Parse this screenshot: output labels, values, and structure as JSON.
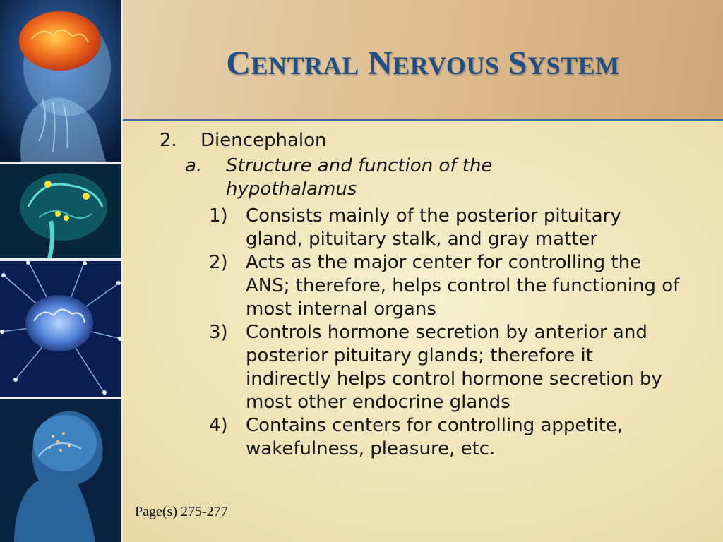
{
  "slide": {
    "title_words": [
      {
        "cap": "C",
        "rest": "ENTRAL"
      },
      {
        "cap": "N",
        "rest": "ERVOUS"
      },
      {
        "cap": "S",
        "rest": "YSTEM"
      }
    ],
    "outline": {
      "number": "2.",
      "heading": "Diencephalon",
      "sub": {
        "letter": "a.",
        "label": "Structure and function of the hypothalamus",
        "items": [
          {
            "num": "1)",
            "text": "Consists mainly of the posterior pituitary gland, pituitary stalk, and gray matter"
          },
          {
            "num": "2)",
            "text": "Acts as the major center for controlling the ANS; therefore, helps control the functioning of most internal organs"
          },
          {
            "num": "3)",
            "text": "Controls hormone secretion by anterior and posterior pituitary glands; therefore it indirectly helps control hormone secretion by most other endocrine glands"
          },
          {
            "num": "4)",
            "text": "Contains centers for controlling appetite, wakefulness, pleasure, etc."
          }
        ]
      }
    },
    "footer": "Page(s) 275-277"
  },
  "images": [
    {
      "icon": "brain-skull-xray-image"
    },
    {
      "icon": "brain-sagittal-scan-image"
    },
    {
      "icon": "glowing-brain-network-image"
    },
    {
      "icon": "child-head-brain-image"
    }
  ],
  "colors": {
    "title": "#1e4f86",
    "rule": "#3d6a94",
    "header_bg": "#ddbb8c",
    "body_bg": "#efe3b6",
    "text": "#161616"
  }
}
